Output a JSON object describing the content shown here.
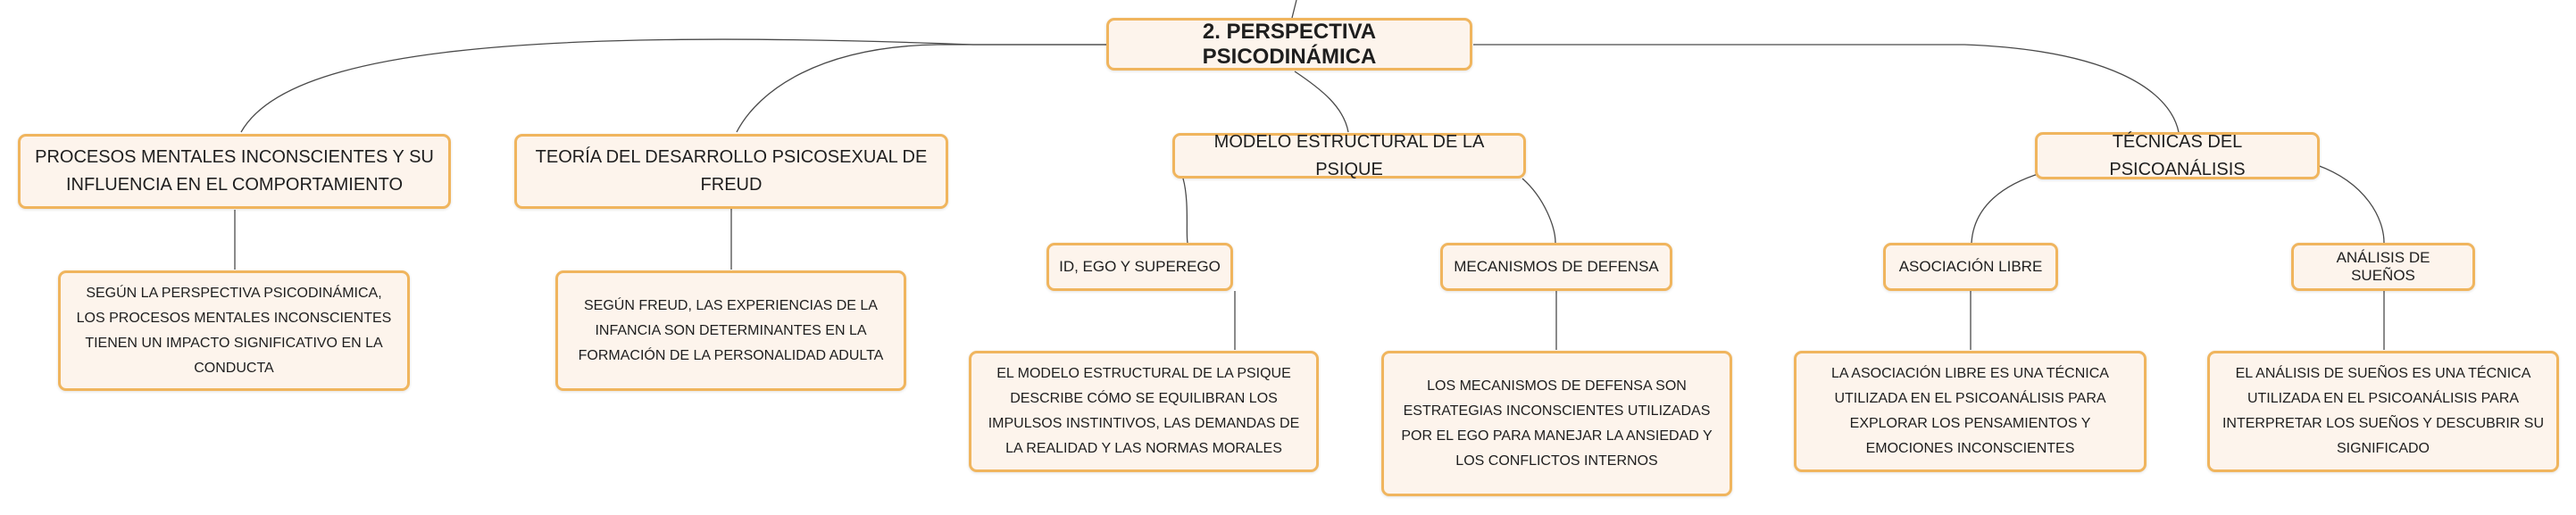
{
  "colors": {
    "node_border": "#f0b55e",
    "node_fill": "#fdf4ec",
    "connector": "#4a4a4a"
  },
  "central": {
    "label": "2. PERSPECTIVA PSICODINÁMICA"
  },
  "branches": [
    {
      "label": "PROCESOS MENTALES INCONSCIENTES Y SU INFLUENCIA EN EL COMPORTAMIENTO",
      "description": "SEGÚN LA PERSPECTIVA PSICODINÁMICA, LOS PROCESOS MENTALES INCONSCIENTES TIENEN UN IMPACTO SIGNIFICATIVO EN LA CONDUCTA"
    },
    {
      "label": "TEORÍA DEL DESARROLLO PSICOSEXUAL DE FREUD",
      "description": "SEGÚN FREUD, LAS EXPERIENCIAS DE LA INFANCIA SON DETERMINANTES EN LA FORMACIÓN DE LA PERSONALIDAD ADULTA"
    },
    {
      "label": "MODELO ESTRUCTURAL DE LA PSIQUE",
      "children": [
        {
          "label": "ID, EGO Y SUPEREGO",
          "description": "EL MODELO ESTRUCTURAL DE LA PSIQUE DESCRIBE CÓMO SE EQUILIBRAN LOS IMPULSOS INSTINTIVOS, LAS DEMANDAS DE LA REALIDAD Y LAS NORMAS MORALES"
        },
        {
          "label": "MECANISMOS DE DEFENSA",
          "description": "LOS MECANISMOS DE DEFENSA SON ESTRATEGIAS INCONSCIENTES UTILIZADAS POR EL EGO PARA MANEJAR LA ANSIEDAD Y LOS CONFLICTOS INTERNOS"
        }
      ]
    },
    {
      "label": "TÉCNICAS DEL PSICOANÁLISIS",
      "children": [
        {
          "label": "ASOCIACIÓN LIBRE",
          "description": "LA ASOCIACIÓN LIBRE ES UNA TÉCNICA UTILIZADA EN EL PSICOANÁLISIS PARA EXPLORAR LOS PENSAMIENTOS Y EMOCIONES INCONSCIENTES"
        },
        {
          "label": "ANÁLISIS DE SUEÑOS",
          "description": "EL ANÁLISIS DE SUEÑOS ES UNA TÉCNICA UTILIZADA EN EL PSICOANÁLISIS PARA INTERPRETAR LOS SUEÑOS Y DESCUBRIR SU SIGNIFICADO"
        }
      ]
    }
  ]
}
